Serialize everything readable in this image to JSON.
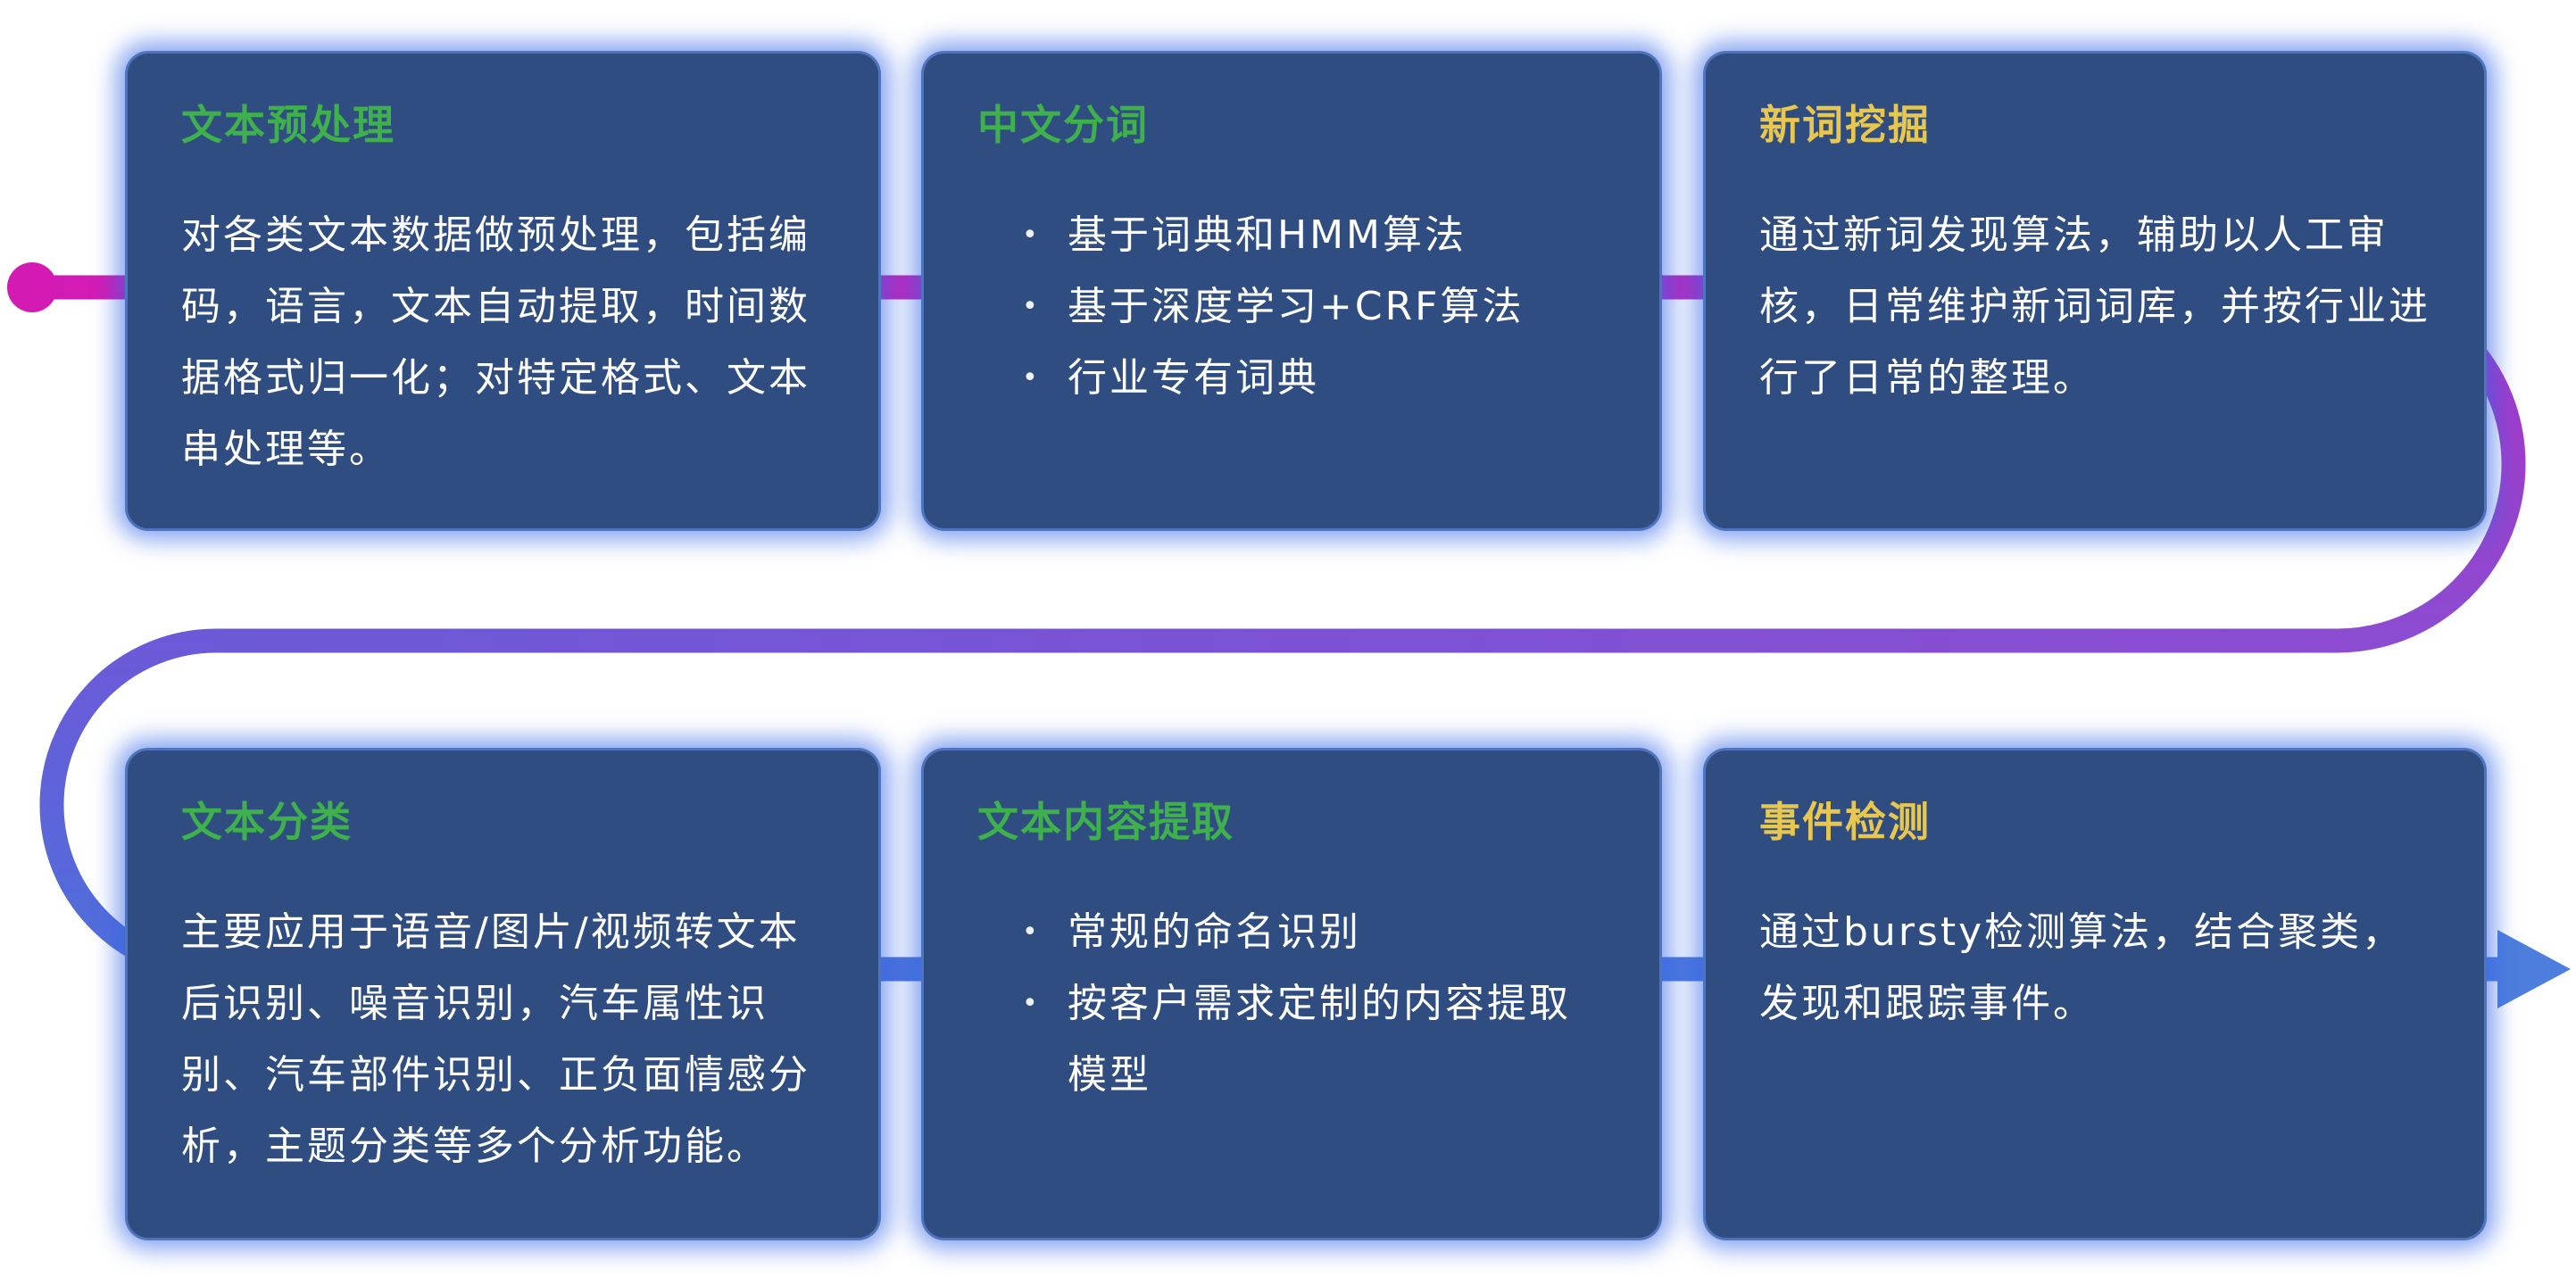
{
  "flow": {
    "start_color": "#d31bb4",
    "mid1_color": "#aa34c6",
    "mid2_color": "#8b4cd1",
    "mid3_color": "#6c59d8",
    "end_color": "#4e70da",
    "arrow_color": "#4e7edd"
  },
  "theme": {
    "card_background": "#2f4d80",
    "card_glow": "#3366e6",
    "title_green": "#3fb14c",
    "title_yellow": "#e8c750",
    "body_text": "#ffffff"
  },
  "cards": [
    {
      "id": "text-preprocessing",
      "title": "文本预处理",
      "title_color": "#3fb14c",
      "type": "paragraph",
      "body": "对各类文本数据做预处理，包括编码，语言，文本自动提取，时间数据格式归一化；对特定格式、文本串处理等。"
    },
    {
      "id": "chinese-word-segmentation",
      "title": "中文分词",
      "title_color": "#3fb14c",
      "type": "bullets",
      "bullets": [
        "基于词典和HMM算法",
        "基于深度学习+CRF算法",
        "行业专有词典"
      ]
    },
    {
      "id": "new-word-mining",
      "title": "新词挖掘",
      "title_color": "#e8c750",
      "type": "paragraph",
      "body": "通过新词发现算法，辅助以人工审核，日常维护新词词库，并按行业进行了日常的整理。"
    },
    {
      "id": "text-classification",
      "title": "文本分类",
      "title_color": "#3fb14c",
      "type": "paragraph",
      "body": "主要应用于语音/图片/视频转文本后识别、噪音识别，汽车属性识别、汽车部件识别、正负面情感分析，主题分类等多个分析功能。"
    },
    {
      "id": "text-content-extraction",
      "title": "文本内容提取",
      "title_color": "#3fb14c",
      "type": "bullets",
      "bullets": [
        "常规的命名识别",
        "按客户需求定制的内容提取模型"
      ]
    },
    {
      "id": "event-detection",
      "title": "事件检测",
      "title_color": "#e8c750",
      "type": "paragraph",
      "body": "通过bursty检测算法，结合聚类，发现和跟踪事件。"
    }
  ]
}
